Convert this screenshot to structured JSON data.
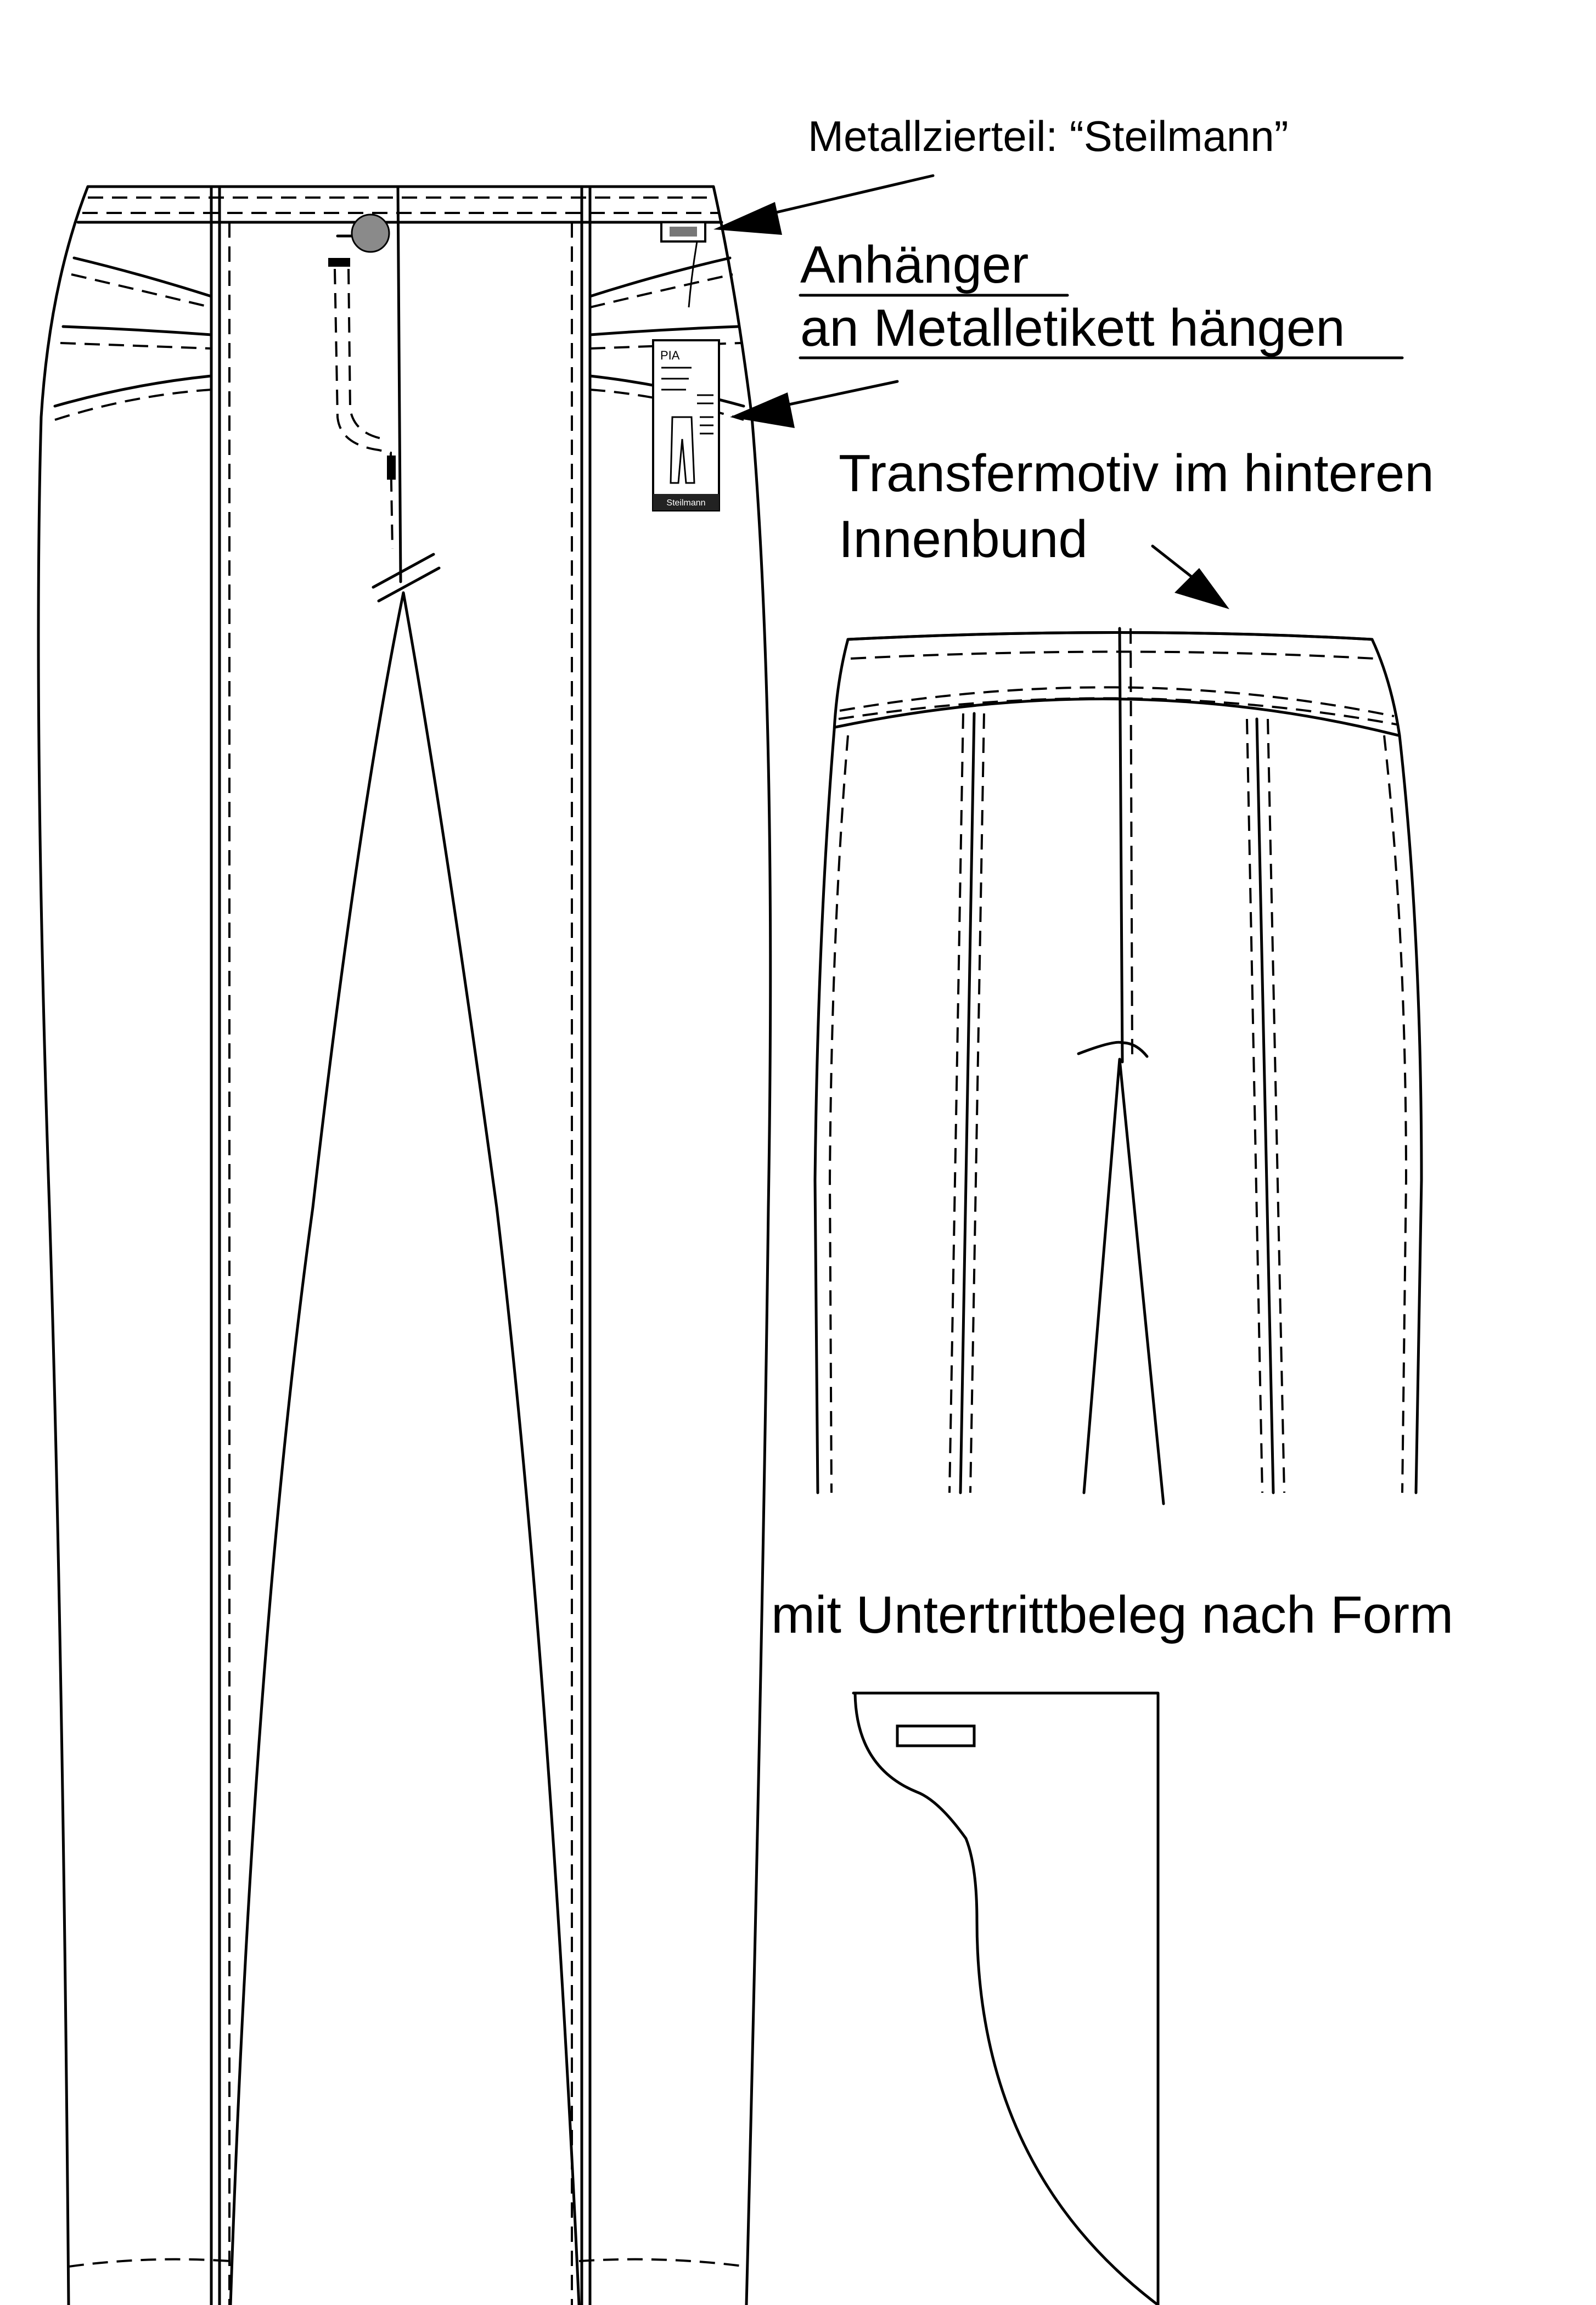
{
  "labels": {
    "metal_ornament": "Metallzierteil: “Steilmann”",
    "hang_tag_line1": "Anhänger",
    "hang_tag_line2": "an Metalletikett hängen",
    "transfer_line1": "Transfermotiv im hinteren",
    "transfer_line2": "Innenbund",
    "underlap": "mit Untertrittbeleg nach Form"
  },
  "tag": {
    "title": "PIA",
    "brand": "Steilmann"
  },
  "colors": {
    "line": "#000000",
    "button": "#8a8a8a",
    "tag_footer": "#222222"
  }
}
